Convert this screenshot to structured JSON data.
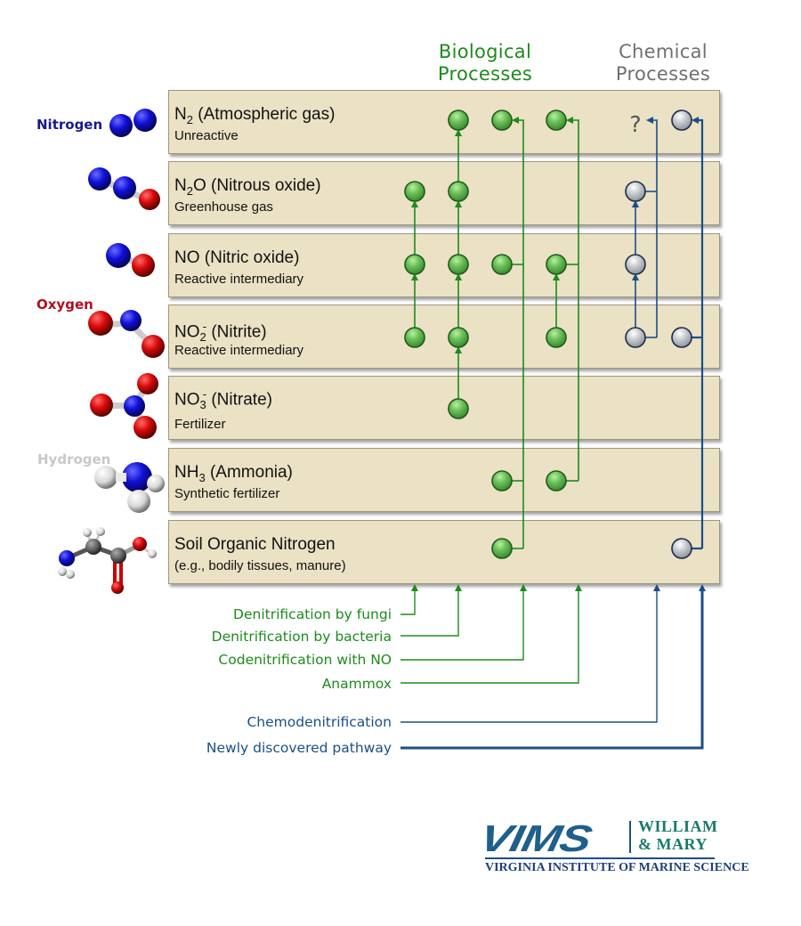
{
  "headers": {
    "biological": [
      "Biological",
      "Processes"
    ],
    "chemical": [
      "Chemical",
      "Processes"
    ]
  },
  "element_labels": {
    "nitrogen": "Nitrogen",
    "oxygen": "Oxygen",
    "hydrogen": "Hydrogen"
  },
  "colors": {
    "biological": "#1e8a1e",
    "chemical": "#1a4f87",
    "chemical_header": "#707070",
    "nitrogen_label": "#1a1a8c",
    "oxygen_label": "#b01020",
    "hydrogen_label": "#c8c8c8",
    "row_fill": "#ebe1c4",
    "bio_node": "#6cc05a",
    "chem_node": "#c4c8cc"
  },
  "rows": [
    {
      "id": "n2",
      "formula": "N",
      "sub": "2",
      "sup": "",
      "suffix": "",
      "name": " (Atmospheric gas)",
      "desc": "Unreactive"
    },
    {
      "id": "n2o",
      "formula": "N",
      "sub": "2",
      "sup": "",
      "suffix": "O",
      "name": " (Nitrous oxide)",
      "desc": "Greenhouse gas"
    },
    {
      "id": "no",
      "formula": "NO",
      "sub": "",
      "sup": "",
      "suffix": "",
      "name": " (Nitric oxide)",
      "desc": "Reactive intermediary"
    },
    {
      "id": "no2",
      "formula": "NO",
      "sub": "2",
      "sup": "-",
      "suffix": "",
      "name": " (Nitrite)",
      "desc": "Reactive intermediary"
    },
    {
      "id": "no3",
      "formula": "NO",
      "sub": "3",
      "sup": "-",
      "suffix": "",
      "name": " (Nitrate)",
      "desc": "Fertilizer"
    },
    {
      "id": "nh3",
      "formula": "NH",
      "sub": "3",
      "sup": "",
      "suffix": "",
      "name": " (Ammonia)",
      "desc": "Synthetic fertilizer"
    },
    {
      "id": "son",
      "formula": "Soil Organic Nitrogen",
      "sub": "",
      "sup": "",
      "suffix": "",
      "name": "",
      "desc": "(e.g., bodily tissues, manure)"
    }
  ],
  "unknown_marker": "?",
  "pathways": [
    {
      "id": "fungi",
      "label": "Denitrification by fungi",
      "type": "biological",
      "nodes": [
        "no2",
        "no",
        "n2o"
      ]
    },
    {
      "id": "bacteria",
      "label": "Denitrification by bacteria",
      "type": "biological",
      "nodes": [
        "no3",
        "no2",
        "no",
        "n2o",
        "n2"
      ]
    },
    {
      "id": "codenit",
      "label": "Codenitrification with NO",
      "type": "biological",
      "nodes": [
        "son",
        "nh3",
        "no",
        "n2"
      ]
    },
    {
      "id": "anammox",
      "label": "Anammox",
      "type": "biological",
      "nodes": [
        "nh3",
        "no2",
        "no",
        "n2"
      ]
    },
    {
      "id": "chemo",
      "label": "Chemodenitrification",
      "type": "chemical",
      "nodes": [
        "no2",
        "no",
        "n2o",
        "?"
      ]
    },
    {
      "id": "newly",
      "label": "Newly discovered pathway",
      "type": "chemical",
      "nodes": [
        "son",
        "no2",
        "n2"
      ]
    }
  ],
  "logo": {
    "main": "VIMS",
    "partner_line1": "WILLIAM",
    "partner_line2": "& MARY",
    "subtitle": "VIRGINIA INSTITUTE OF MARINE SCIENCE"
  }
}
